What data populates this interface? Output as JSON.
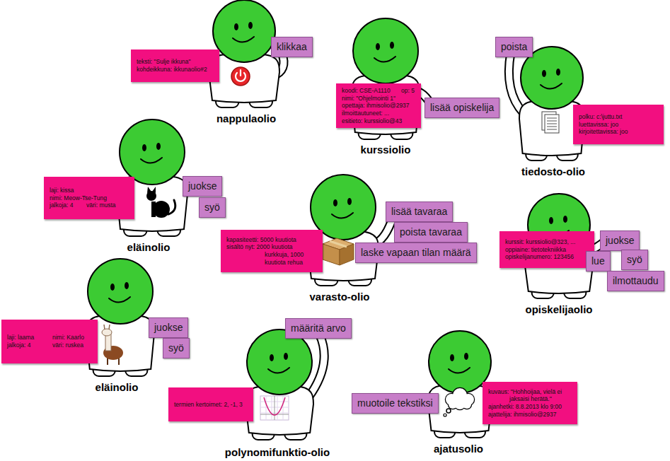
{
  "diagram": {
    "nodes": [
      {
        "text": [
          "teksti: \"Sulje ikkuna\"",
          "kohdeikkuna: ikkunaolio#2"
        ]
      },
      {
        "text": [
          "klikkaa"
        ]
      },
      {
        "text": [
          "koodi: CSE-A1110",
          "op: 5",
          "nimi: \"Ohjelmointi 1\"",
          "opettaja: ihmisolio@2937",
          "ilmoittautuneet: ...",
          "esitieto: kurssiolio@43"
        ]
      },
      {
        "text": [
          "lisää opiskelija"
        ]
      },
      {
        "text": [
          "poista"
        ]
      },
      {
        "text": [
          "polku: c:\\juttu.txt",
          "luettavissa: joo",
          "kirjoitettavissa: joo"
        ]
      },
      {
        "text": [
          "laji: kissa",
          "nimi: Meow-Tse-Tung",
          "jalkoja: 4",
          "väri: musta"
        ]
      },
      {
        "text": [
          "juokse"
        ]
      },
      {
        "text": [
          "syö"
        ]
      },
      {
        "text": [
          "kapasiteetti: 5000 kuutiota",
          "sisältö nyt: 2000 kuutiota kurkkuja, 1000 kuutiota rehua"
        ]
      },
      {
        "text": [
          "lisää tavaraa"
        ]
      },
      {
        "text": [
          "poista tavaraa"
        ]
      },
      {
        "text": [
          "laske vapaan tilan määrä"
        ]
      },
      {
        "text": [
          "kurssit: kurssiolio@323, ...",
          "oppiaine: tietotekniikka",
          "opiskelijanumero: 123456"
        ]
      },
      {
        "text": [
          "juokse"
        ]
      },
      {
        "text": [
          "lue"
        ]
      },
      {
        "text": [
          "syö"
        ]
      },
      {
        "text": [
          "ilmottaudu"
        ]
      },
      {
        "text": [
          "laji: laama",
          "nimi: Kaarlo",
          "jalkoja: 4",
          "väri: ruskea"
        ]
      },
      {
        "text": [
          "juokse"
        ]
      },
      {
        "text": [
          "syö"
        ]
      },
      {
        "text": [
          "määritä arvo"
        ]
      },
      {
        "text": [
          "termien kertoimet: 2, -1, 3"
        ]
      },
      {
        "text": [
          "muotoile tekstiksi"
        ]
      },
      {
        "text": [
          "kuvaus: \"Hohhoijaa, vielä ei jaksaisi herätä.\"",
          "ajanhetki: 8.8.2013 klo 9:00",
          "ajattelija: ihmisolio@2937"
        ]
      }
    ],
    "labels": [
      "nappulaolio",
      "kurssiolio",
      "tiedosto-olio",
      "eläinolio",
      "varasto-olio",
      "opiskelijaolio",
      "eläinolio",
      "polynomifunktio-olio",
      "ajatusolio"
    ]
  }
}
